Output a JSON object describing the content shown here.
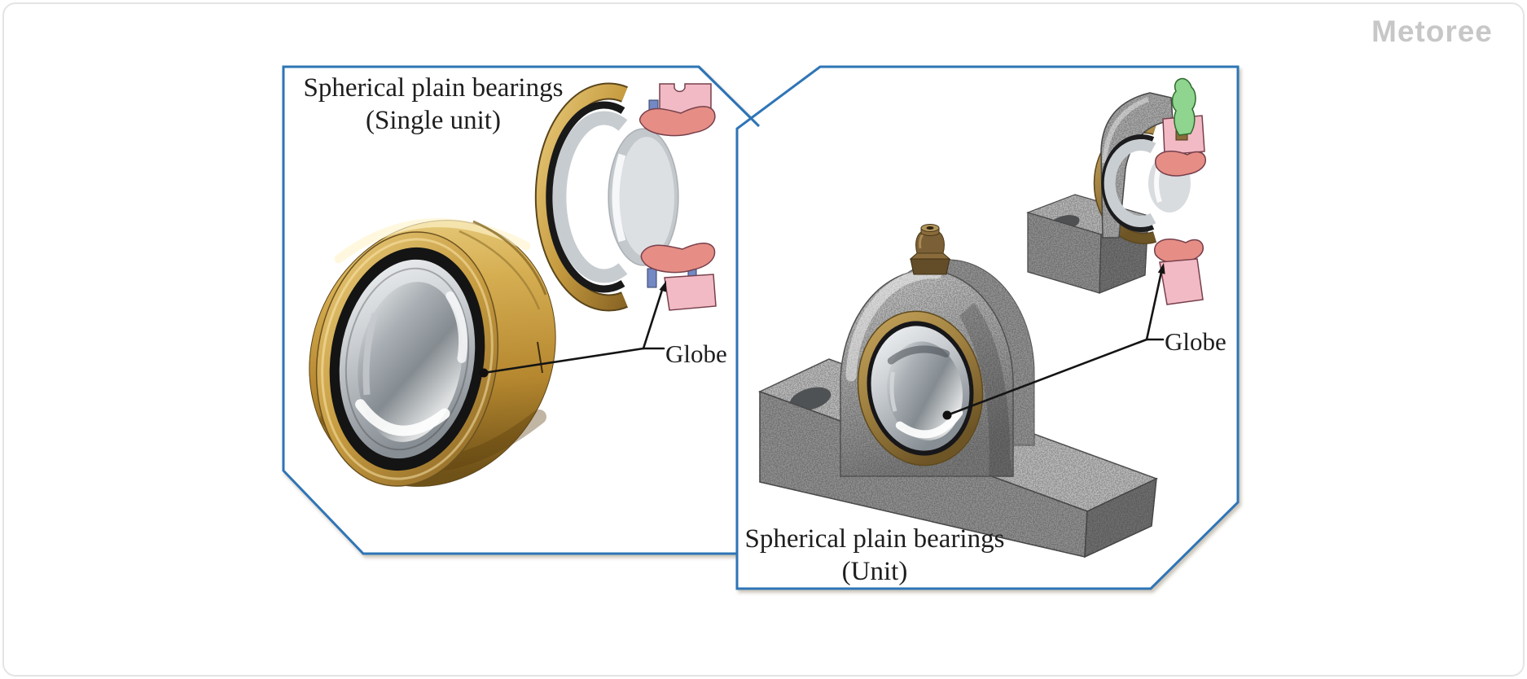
{
  "brand": {
    "logo": "Metoree"
  },
  "figure": {
    "left_panel": {
      "title_line1": "Spherical plain bearings",
      "title_line2": "(Single unit)",
      "annotation": "Globe"
    },
    "right_panel": {
      "title_line1": "Spherical plain bearings",
      "title_line2": "(Unit)",
      "annotation": "Globe"
    }
  },
  "colors": {
    "panel_border": "#2e74b6",
    "annotation_ink": "#141414",
    "logo_gray": "#c7c7c7",
    "brass": "#c79c41",
    "cast_iron_gray": "#a3a3a3",
    "cut_face_pink": "#f2bac4",
    "cut_face_salmon": "#e68e85",
    "seal_blue": "#7488c4",
    "grease_fitting_green": "#8fd48f"
  },
  "icons": {
    "single_bearing": "spherical-plain-bearing-3d",
    "single_bearing_section": "bearing-cross-section",
    "unit_bearing": "pillow-block-unit-3d",
    "unit_bearing_section": "pillow-block-cross-section",
    "leader": "annotation-leader-line"
  }
}
